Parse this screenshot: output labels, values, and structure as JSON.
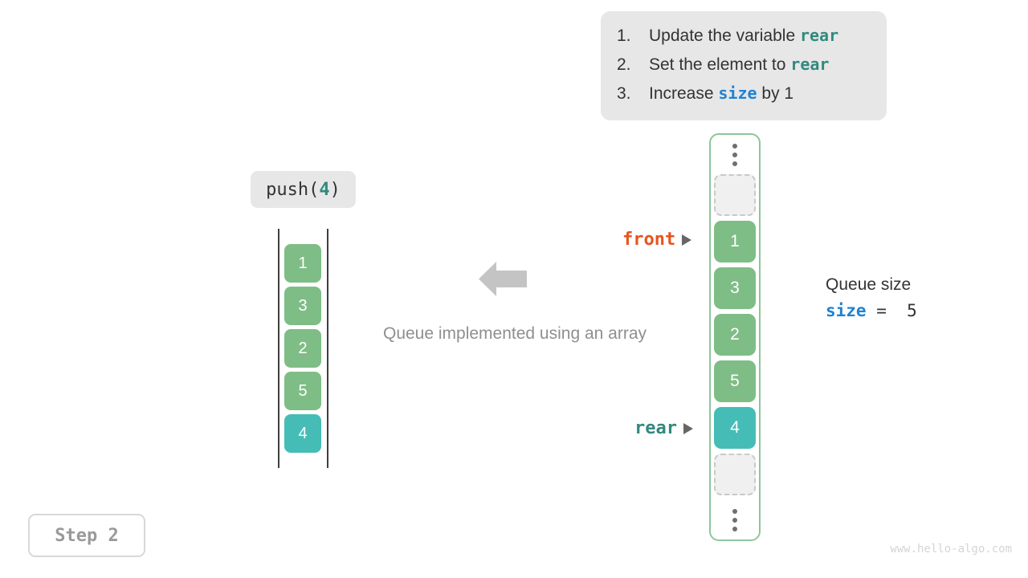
{
  "instructions": {
    "items": [
      {
        "num": "1.",
        "pre": "Update the variable ",
        "code": "rear",
        "code_style": "teal",
        "post": ""
      },
      {
        "num": "2.",
        "pre": "Set the element to ",
        "code": "rear",
        "code_style": "teal",
        "post": ""
      },
      {
        "num": "3.",
        "pre": "Increase ",
        "code": "size",
        "code_style": "blue",
        "post": " by 1"
      }
    ]
  },
  "operation": {
    "name": "push(",
    "arg": "4",
    "close": ")"
  },
  "left_array": {
    "cells": [
      {
        "value": "1",
        "style": "green"
      },
      {
        "value": "3",
        "style": "green"
      },
      {
        "value": "2",
        "style": "green"
      },
      {
        "value": "5",
        "style": "green"
      },
      {
        "value": "4",
        "style": "teal"
      }
    ]
  },
  "caption": "Queue implemented using an array",
  "queue": {
    "top_ellipsis": "vertical-ellipsis",
    "bottom_ellipsis": "vertical-ellipsis",
    "cells": [
      {
        "value": "",
        "style": "empty"
      },
      {
        "value": "1",
        "style": "green"
      },
      {
        "value": "3",
        "style": "green"
      },
      {
        "value": "2",
        "style": "green"
      },
      {
        "value": "5",
        "style": "green"
      },
      {
        "value": "4",
        "style": "teal"
      },
      {
        "value": "",
        "style": "empty"
      }
    ]
  },
  "pointers": {
    "front": "front",
    "rear": "rear"
  },
  "size_info": {
    "title": "Queue size",
    "var": "size",
    "expr": " =  5"
  },
  "step": {
    "label": "Step 2"
  },
  "watermark": "www.hello-algo.com",
  "colors": {
    "green": "#7fbd86",
    "teal": "#45bdb6",
    "front": "#e8541e",
    "rear": "#31897e",
    "size": "#1f82d3",
    "container_border": "#8cc79a",
    "callout_bg": "#e7e7e7"
  }
}
